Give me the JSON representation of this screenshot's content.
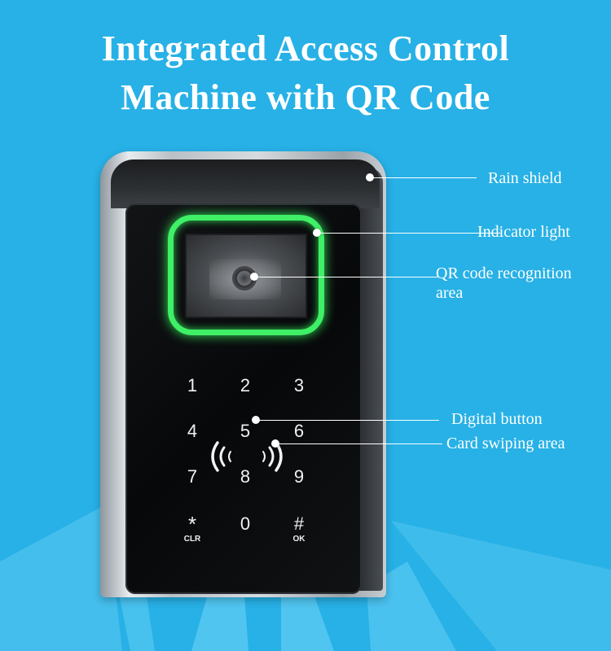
{
  "title": {
    "line1": "Integrated Access Control",
    "line2": "Machine with QR Code"
  },
  "device": {
    "keys": [
      "1",
      "2",
      "3",
      "4",
      "5",
      "6",
      "7",
      "8",
      "9",
      "*",
      "0",
      "#"
    ],
    "key_sub_labels": {
      "star": "CLR",
      "hash": "OK"
    },
    "nfc_left": "((",
    "nfc_center": "(( ",
    "nfc_right": "))"
  },
  "callouts": {
    "rain_shield": "Rain shield",
    "indicator_light": "Indicator light",
    "qr_area_line1": "QR code recognition",
    "qr_area_line2": "area",
    "digital_button": "Digital button",
    "card_swiping_area": "Card swiping area"
  },
  "colors": {
    "background": "#27b1e6",
    "indicator_green": "#3ff066",
    "panel_black": "#0b0c0e"
  }
}
